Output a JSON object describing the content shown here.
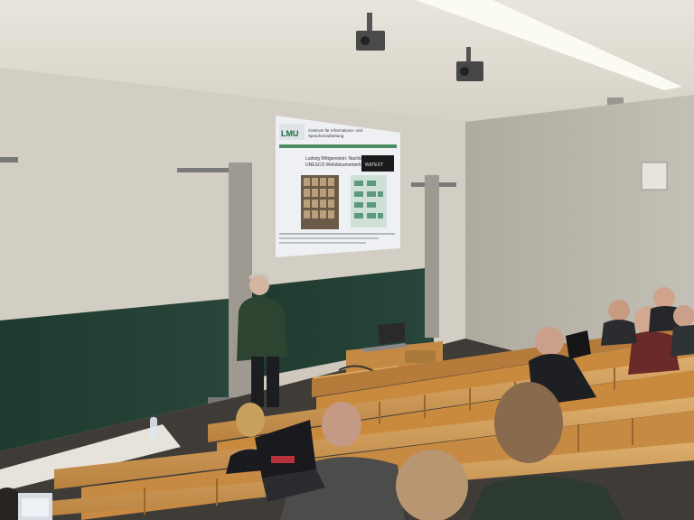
{
  "projection": {
    "logo_text": "LMU",
    "header_line1": "Centrum für Informations- und",
    "header_line2": "Sprachverarbeitung",
    "title_line1": "Ludwig Wittgenstein: Nachlass",
    "title_line2": "UNESCO Weltdokumenterbe (2017)",
    "badge_text": "WitTEXT"
  },
  "colors": {
    "wall": "#d3cec3",
    "right_wall": "#b9b6ac",
    "ceiling": "#e4e0d6",
    "chalkboard": "#223b30",
    "seat_wood": "#c98a3e",
    "desk_top": "#d9a863",
    "screen_light": "#eef0f4"
  }
}
